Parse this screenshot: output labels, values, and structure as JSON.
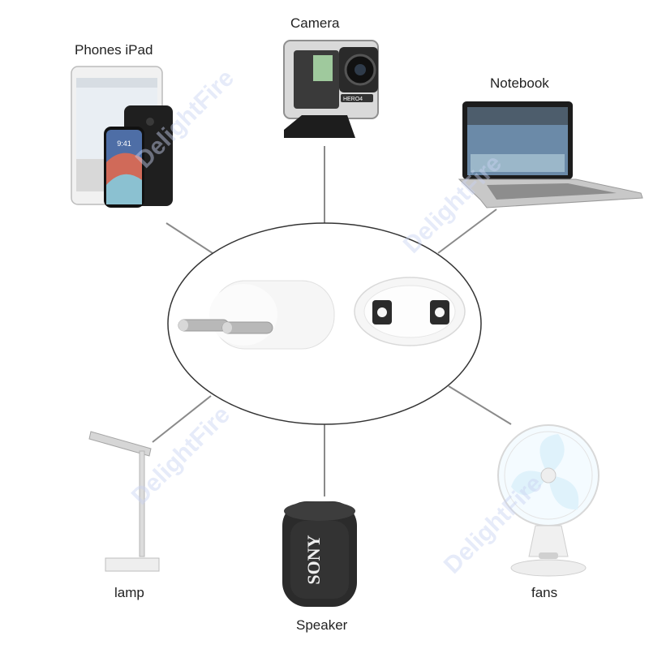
{
  "labels": {
    "phones": "Phones iPad",
    "camera": "Camera",
    "notebook": "Notebook",
    "lamp": "lamp",
    "speaker": "Speaker",
    "fans": "fans"
  },
  "product_text": {
    "speaker_brand": "SONY",
    "camera_model": "HERO4",
    "phone_time": "9:41"
  },
  "watermark_text": "DelightFire",
  "colors": {
    "connector_line": "#8a8a8a",
    "ellipse_stroke": "#333333",
    "plug_body": "#f6f6f6",
    "plug_pin": "#b8b8b8",
    "speaker_body": "#2b2b2b",
    "laptop_body": "#c8c8c8",
    "fan_blade": "#dff2fb",
    "watermark": "#c9d3f2"
  }
}
